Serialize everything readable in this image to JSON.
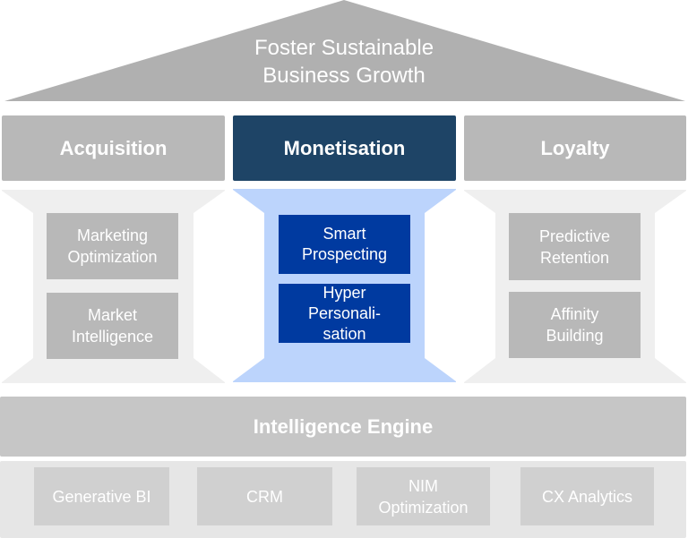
{
  "roof": {
    "title_line1": "Foster Sustainable",
    "title_line2": "Business Growth"
  },
  "pillars": [
    {
      "name": "Acquisition",
      "highlighted": false,
      "items": [
        {
          "line1": "Marketing",
          "line2": "Optimization"
        },
        {
          "line1": "Market",
          "line2": "Intelligence"
        }
      ]
    },
    {
      "name": "Monetisation",
      "highlighted": true,
      "items": [
        {
          "line1": "Smart",
          "line2": "Prospecting"
        },
        {
          "line1": "Hyper",
          "line2": "Personali-",
          "line3": "sation"
        }
      ]
    },
    {
      "name": "Loyalty",
      "highlighted": false,
      "items": [
        {
          "line1": "Predictive",
          "line2": "Retention"
        },
        {
          "line1": "Affinity",
          "line2": "Building"
        }
      ]
    }
  ],
  "engine": {
    "title": "Intelligence Engine"
  },
  "foundation": [
    {
      "line1": "Generative BI"
    },
    {
      "line1": "CRM"
    },
    {
      "line1": "NIM",
      "line2": "Optimization"
    },
    {
      "line1": "CX Analytics"
    }
  ],
  "colors": {
    "roof": "#b0b0b0",
    "pillar_header_grey": "#b8b8b8",
    "pillar_header_highlight": "#1e4466",
    "pillar_body_grey": "#efefef",
    "pillar_body_highlight": "#bcd4fc",
    "item_grey": "#b8b8b8",
    "item_highlight": "#003aa0",
    "engine": "#c6c6c6",
    "foundation_band": "#e6e6e6",
    "foundation_item": "#d0d0d0"
  }
}
